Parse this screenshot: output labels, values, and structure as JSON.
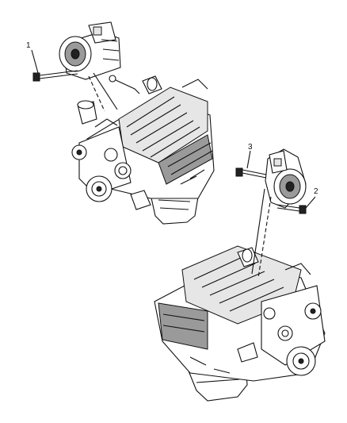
{
  "callouts": {
    "c1": "1",
    "c2": "2",
    "c3": "3"
  },
  "colors": {
    "line": "#111111",
    "background": "#ffffff"
  }
}
